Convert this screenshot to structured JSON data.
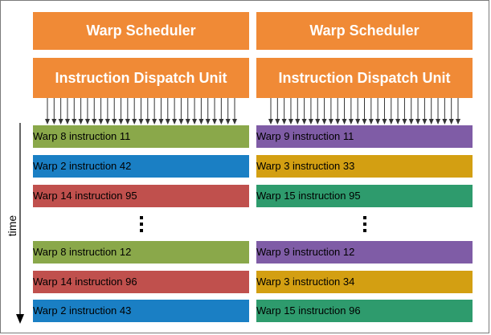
{
  "time_label": "time",
  "colors": {
    "orange": "#f08a36",
    "green": "#8aa84a",
    "blue": "#1a7fc4",
    "red": "#c0504d",
    "purple": "#7f5ca6",
    "gold": "#d39f12",
    "teal": "#2e9b6d"
  },
  "columns": [
    {
      "scheduler": "Warp Scheduler",
      "dispatch": "Instruction Dispatch Unit",
      "top_instructions": [
        {
          "label": "Warp 8 instruction 11",
          "color": "#8aa84a"
        },
        {
          "label": "Warp 2 instruction 42",
          "color": "#1a7fc4"
        },
        {
          "label": "Warp 14 instruction 95",
          "color": "#c0504d"
        }
      ],
      "bottom_instructions": [
        {
          "label": "Warp 8 instruction 12",
          "color": "#8aa84a"
        },
        {
          "label": "Warp 14 instruction 96",
          "color": "#c0504d"
        },
        {
          "label": "Warp 2 instruction 43",
          "color": "#1a7fc4"
        }
      ]
    },
    {
      "scheduler": "Warp Scheduler",
      "dispatch": "Instruction Dispatch Unit",
      "top_instructions": [
        {
          "label": "Warp 9 instruction 11",
          "color": "#7f5ca6"
        },
        {
          "label": "Warp 3 instruction 33",
          "color": "#d39f12"
        },
        {
          "label": "Warp 15 instruction 95",
          "color": "#2e9b6d"
        }
      ],
      "bottom_instructions": [
        {
          "label": "Warp 9 instruction 12",
          "color": "#7f5ca6"
        },
        {
          "label": "Warp 3 instruction 34",
          "color": "#d39f12"
        },
        {
          "label": "Warp 15 instruction 96",
          "color": "#2e9b6d"
        }
      ]
    }
  ]
}
